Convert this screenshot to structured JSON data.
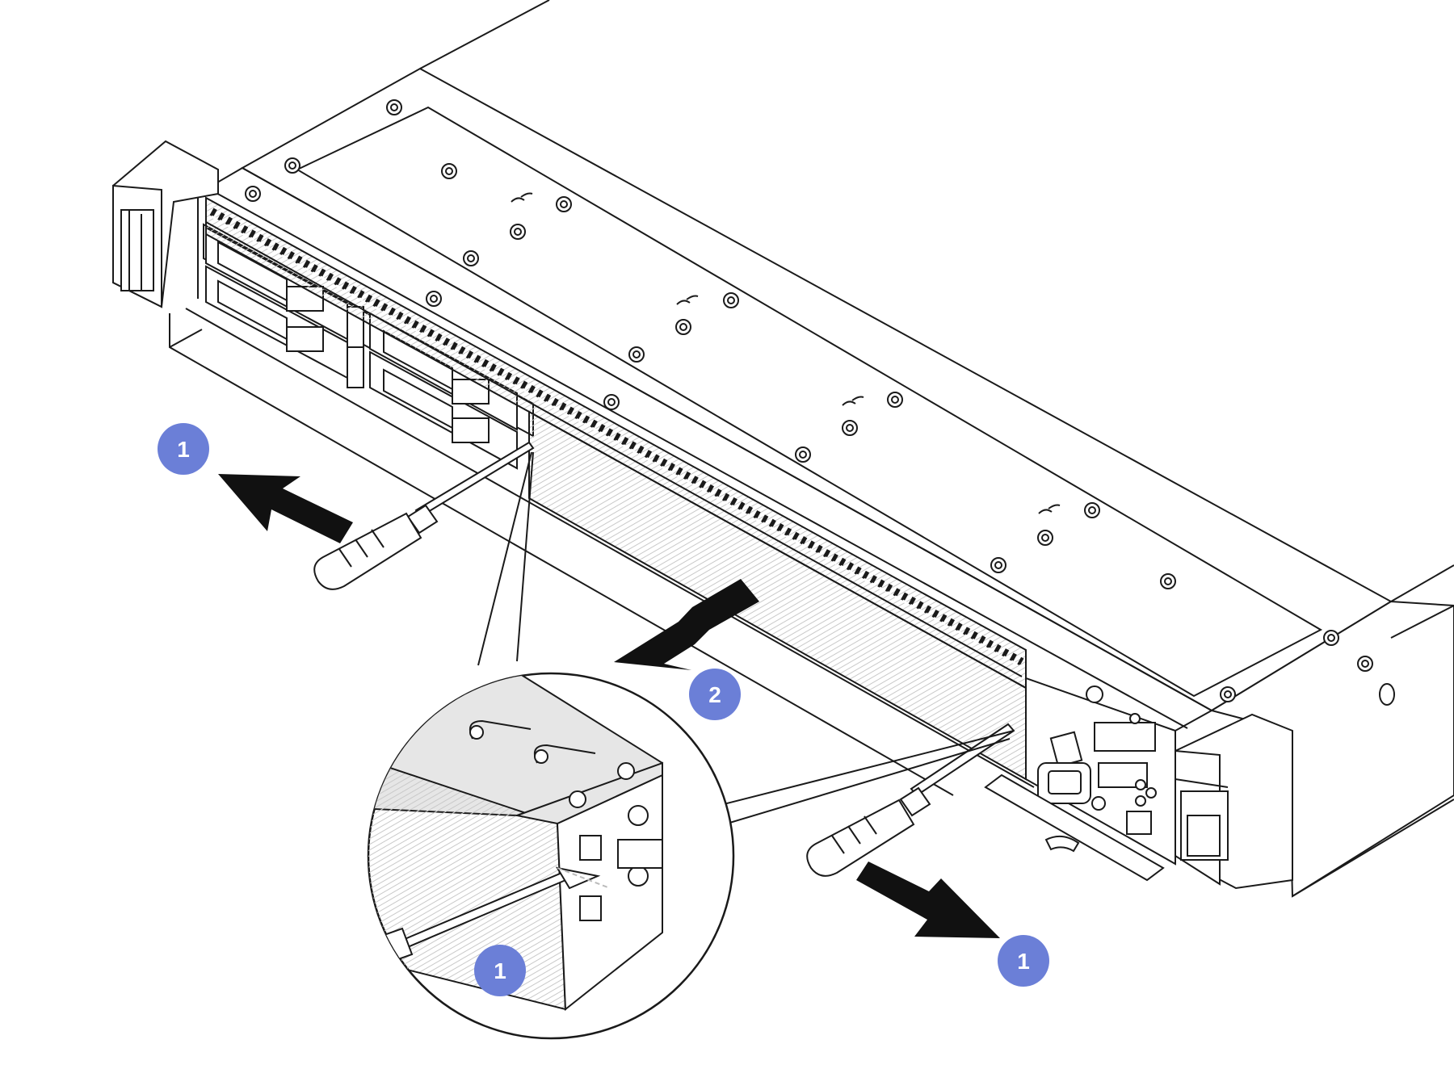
{
  "diagram": {
    "colors": {
      "line": "#1a1a1a",
      "fill_light": "#ffffff",
      "fill_gray": "#e6e6e6",
      "hatch": "#c8c8c8",
      "arrow": "#111111",
      "callout": "#6b7fd7",
      "callout_text": "#ffffff"
    },
    "callouts": [
      {
        "id": "callout-1-left",
        "label": "1"
      },
      {
        "id": "callout-2",
        "label": "2"
      },
      {
        "id": "callout-1-right",
        "label": "1"
      },
      {
        "id": "callout-1-detail",
        "label": "1"
      }
    ],
    "parts": {
      "server": "server-chassis",
      "bezel": "security-bezel",
      "tool": "screwdriver-icon",
      "detail": "detail-magnifier"
    }
  }
}
